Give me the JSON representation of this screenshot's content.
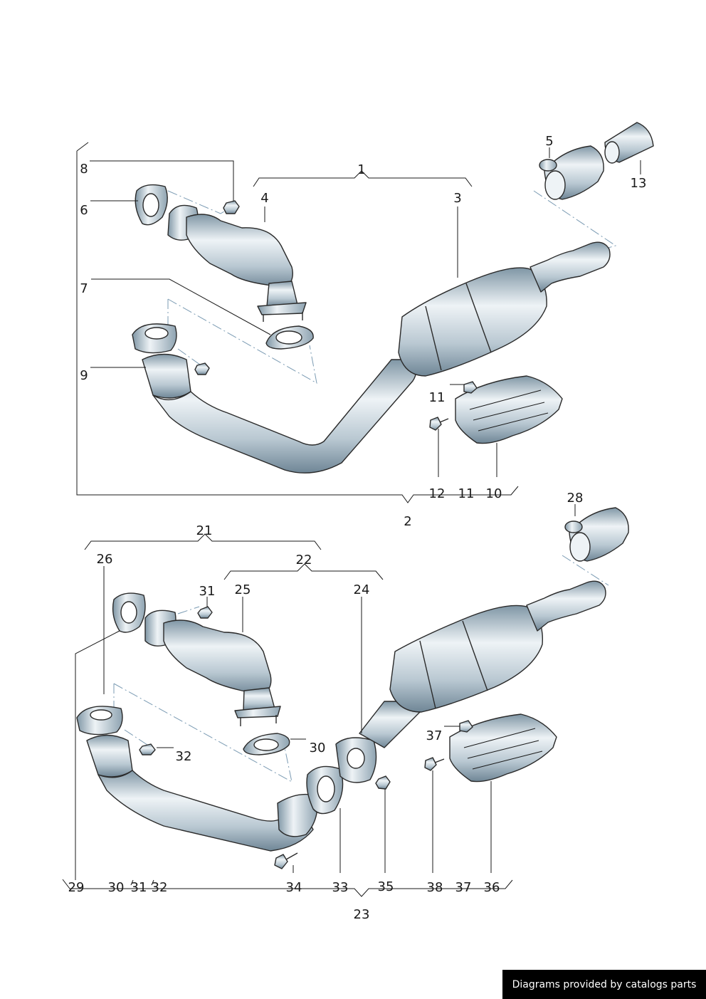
{
  "callouts": {
    "c1": "1",
    "c2": "2",
    "c3": "3",
    "c4": "4",
    "c5": "5",
    "c6": "6",
    "c7": "7",
    "c8": "8",
    "c9": "9",
    "c10": "10",
    "c11a": "11",
    "c11b": "11",
    "c12": "12",
    "c13": "13",
    "c21": "21",
    "c22": "22",
    "c23": "23",
    "c24": "24",
    "c25": "25",
    "c26": "26",
    "c28": "28",
    "c29": "29",
    "c30a": "30",
    "c30b": "30",
    "c31a": "31",
    "c31b": "31",
    "c32a": "32",
    "c32b": "32",
    "c33": "33",
    "c34": "34",
    "c35": "35",
    "c36": "36",
    "c37a": "37",
    "c37b": "37",
    "c38": "38"
  },
  "credit": "Diagrams provided by catalogs parts",
  "colors": {
    "metal_light": "#eef3f6",
    "metal_mid": "#b9c8d2",
    "metal_dark": "#7f96a5",
    "dash": "#7b9bb3",
    "ink": "#1a1a1a"
  }
}
